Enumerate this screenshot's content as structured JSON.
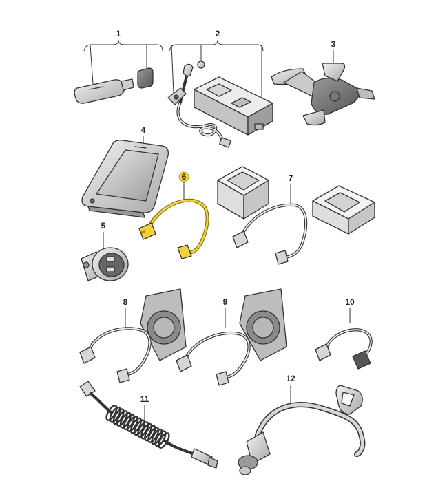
{
  "callouts": {
    "p1": "1",
    "p2": "2",
    "p3": "3",
    "p4": "4",
    "p5": "5",
    "p6": "6",
    "p7": "7",
    "p8": "8",
    "p9": "9",
    "p10": "10",
    "p11": "11",
    "p12": "12"
  },
  "colors": {
    "outline": "#333333",
    "part_fill": "#d9d9d9",
    "part_shade": "#a9a9a9",
    "highlight": "#f2d33a",
    "highlight_cable": "#e0b020"
  }
}
